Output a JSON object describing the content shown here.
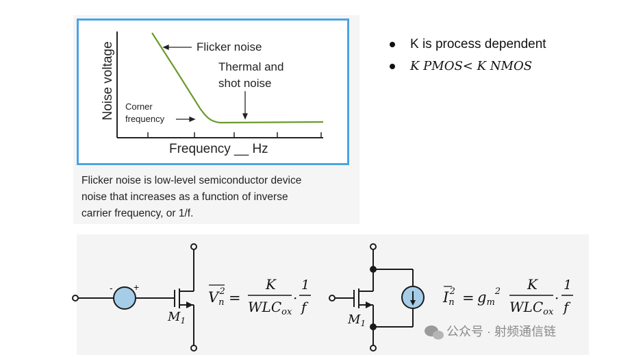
{
  "chart": {
    "y_axis_label": "Noise voltage",
    "x_axis_label": "Frequency __ Hz",
    "label_flicker": "Flicker noise",
    "label_thermal_line1": "Thermal and",
    "label_thermal_line2": "shot noise",
    "label_corner_line1": "Corner",
    "label_corner_line2": "frequency"
  },
  "description": {
    "line1": "Flicker noise is low-level semiconductor device",
    "line2": "noise that increases as a function of inverse",
    "line3": "carrier frequency, or 1/f."
  },
  "bullets": {
    "item1": "K is process dependent",
    "item2": "K PMOS< K NMOS"
  },
  "circuit_left": {
    "minus": "-",
    "plus": "+",
    "device": "M",
    "device_sub": "1",
    "eq_lhs": "V",
    "eq_lhs_sub": "n",
    "eq_lhs_sup": "2",
    "eq_equals": "=",
    "eq_num": "K",
    "eq_den": "WLC",
    "eq_den_sub": "ox",
    "eq_dot": "·",
    "eq_num2": "1",
    "eq_den2": "f"
  },
  "circuit_right": {
    "device": "M",
    "device_sub": "1",
    "eq_lhs": "I",
    "eq_lhs_sub": "n",
    "eq_lhs_sup": "2",
    "eq_equals": "=",
    "eq_gm": "g",
    "eq_gm_sub": "m",
    "eq_gm_sup": "2",
    "eq_num": "K",
    "eq_den": "WLC",
    "eq_den_sub": "ox",
    "eq_dot": "·",
    "eq_num2": "1",
    "eq_den2": "f"
  },
  "watermark": "公众号 · 射频通信链",
  "colors": {
    "frame_border": "#4aa3e6",
    "curve": "#6a9a2a"
  },
  "icons": {
    "watermark_logo": "wechat-icon"
  }
}
